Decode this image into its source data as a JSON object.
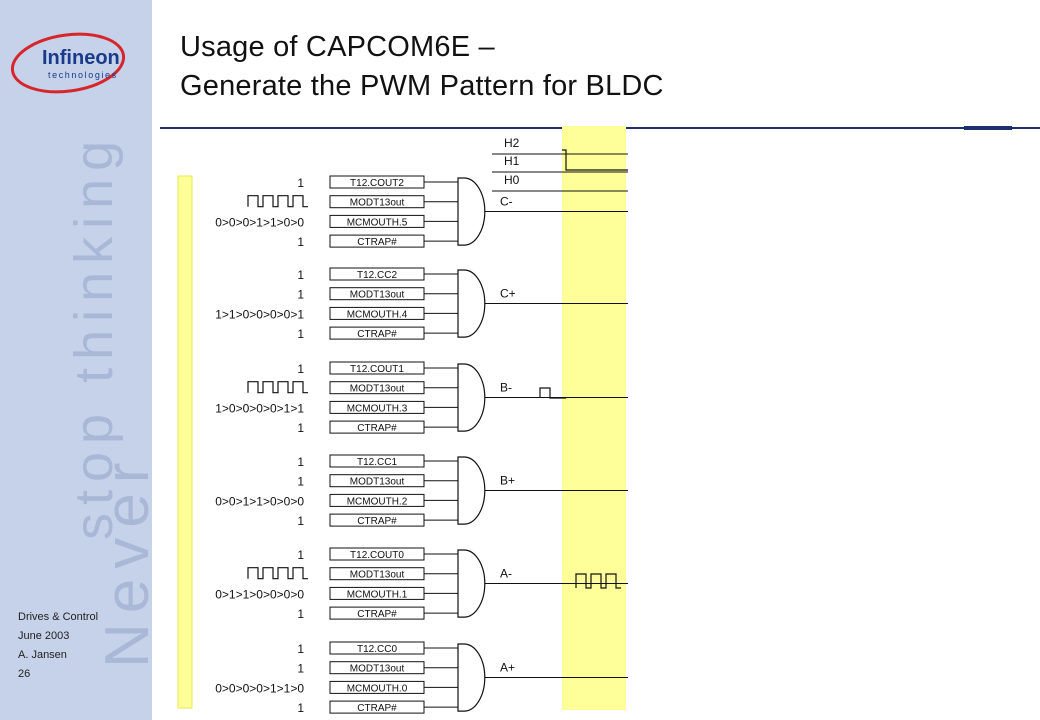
{
  "title": {
    "line1": "Usage of CAPCOM6E –",
    "line2": "Generate the PWM Pattern for BLDC"
  },
  "logo": {
    "brand": "Infineon",
    "sub": "technologies"
  },
  "tagline": {
    "top": "Never",
    "bottom": "stop thinking"
  },
  "footer": {
    "lines": [
      "Drives & Control",
      "June 2003",
      "A. Jansen",
      "26"
    ]
  },
  "colors": {
    "sidebar": "#c5d2e9",
    "highlight": "#ffff99",
    "highlight_border": "#e8e850",
    "brand_red": "#d6262b",
    "brand_blue": "#1a3a8a",
    "rule": "#1d2f6e"
  },
  "hall_labels": [
    "H2",
    "H1",
    "H0"
  ],
  "groups": [
    {
      "output": "C-",
      "inputs": [
        {
          "value": "1",
          "signal": "T12.COUT2"
        },
        {
          "value": "pwm",
          "signal": "MODT13out"
        },
        {
          "value": "0>0>0>1>1>0>0",
          "signal": "MCMOUTH.5"
        },
        {
          "value": "1",
          "signal": "CTRAP#"
        }
      ]
    },
    {
      "output": "C+",
      "inputs": [
        {
          "value": "1",
          "signal": "T12.CC2"
        },
        {
          "value": "1",
          "signal": "MODT13out"
        },
        {
          "value": "1>1>0>0>0>0>1",
          "signal": "MCMOUTH.4"
        },
        {
          "value": "1",
          "signal": "CTRAP#"
        }
      ]
    },
    {
      "output": "B-",
      "inputs": [
        {
          "value": "1",
          "signal": "T12.COUT1"
        },
        {
          "value": "pwm",
          "signal": "MODT13out"
        },
        {
          "value": "1>0>0>0>0>1>1",
          "signal": "MCMOUTH.3"
        },
        {
          "value": "1",
          "signal": "CTRAP#"
        }
      ]
    },
    {
      "output": "B+",
      "inputs": [
        {
          "value": "1",
          "signal": "T12.CC1"
        },
        {
          "value": "1",
          "signal": "MODT13out"
        },
        {
          "value": "0>0>1>1>0>0>0",
          "signal": "MCMOUTH.2"
        },
        {
          "value": "1",
          "signal": "CTRAP#"
        }
      ]
    },
    {
      "output": "A-",
      "inputs": [
        {
          "value": "1",
          "signal": "T12.COUT0"
        },
        {
          "value": "pwm",
          "signal": "MODT13out"
        },
        {
          "value": "0>1>1>0>0>0>0",
          "signal": "MCMOUTH.1"
        },
        {
          "value": "1",
          "signal": "CTRAP#"
        }
      ]
    },
    {
      "output": "A+",
      "inputs": [
        {
          "value": "1",
          "signal": "T12.CC0"
        },
        {
          "value": "1",
          "signal": "MODT13out"
        },
        {
          "value": "0>0>0>0>1>1>0",
          "signal": "MCMOUTH.0"
        },
        {
          "value": "1",
          "signal": "CTRAP#"
        }
      ]
    }
  ]
}
